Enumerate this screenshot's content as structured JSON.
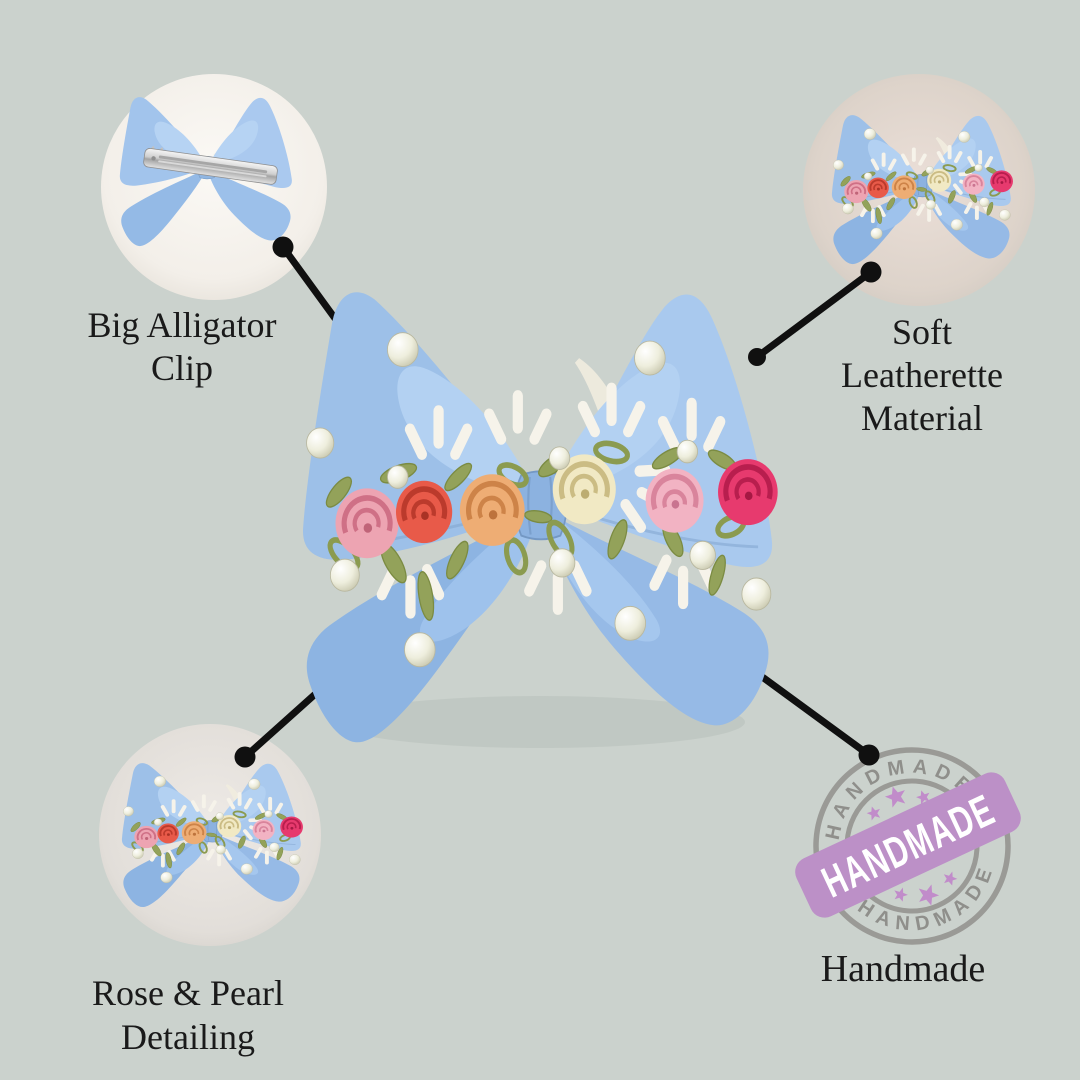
{
  "colors": {
    "background": "#cbd2cd",
    "connector_black": "#101010",
    "label_text": "#1a1a1a",
    "bow_blue_light": "#a9c9ee",
    "bow_blue_dark": "#8db4e2",
    "stamp_ring_gray": "#9a9a96",
    "stamp_purple": "#bc90c7",
    "rose_pink": "#eda4b2",
    "rose_red": "#e85a49",
    "rose_peach": "#eead74",
    "rose_cream": "#f1e9c4",
    "rose_light_pink": "#f2b3c3",
    "rose_deep_pink": "#e73a6e",
    "leaf_green": "#93a25a",
    "lace_white": "#f6f3ea",
    "pearl_cream": "#eeeedd",
    "clip_silver": "#cfcfcf"
  },
  "callouts": {
    "top_left": {
      "title_lines": [
        "Big Alligator",
        "Clip"
      ]
    },
    "top_right": {
      "title_lines": [
        "Soft",
        "Leatherette",
        "Material"
      ]
    },
    "bottom_left": {
      "title_lines": [
        "Rose & Pearl",
        "Detailing"
      ]
    },
    "bottom_right": {
      "title_lines": [
        "Handmade"
      ]
    }
  },
  "stamp": {
    "arc_top": "HANDMADE",
    "arc_bottom": "HANDMADE",
    "banner": "HANDMADE"
  }
}
